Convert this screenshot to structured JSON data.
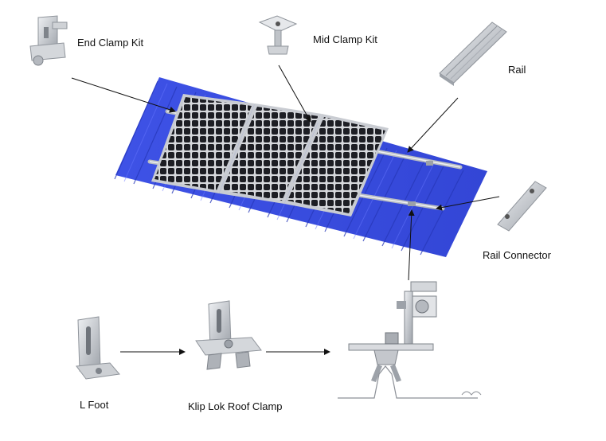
{
  "labels": {
    "end_clamp_kit": "End Clamp Kit",
    "mid_clamp_kit": "Mid Clamp Kit",
    "rail": "Rail",
    "rail_connector": "Rail Connector",
    "l_foot": "L Foot",
    "klip_lok_roof_clamp": "Klip Lok Roof Clamp"
  },
  "colors": {
    "roof": "#3b4fe0",
    "roof_dark": "#2c3fc8",
    "panel_frame": "#c9ccd2",
    "panel_cell": "#1c1d22",
    "aluminium": "#c8cbd0",
    "aluminium_dark": "#8f949b",
    "arrow": "#111111"
  }
}
